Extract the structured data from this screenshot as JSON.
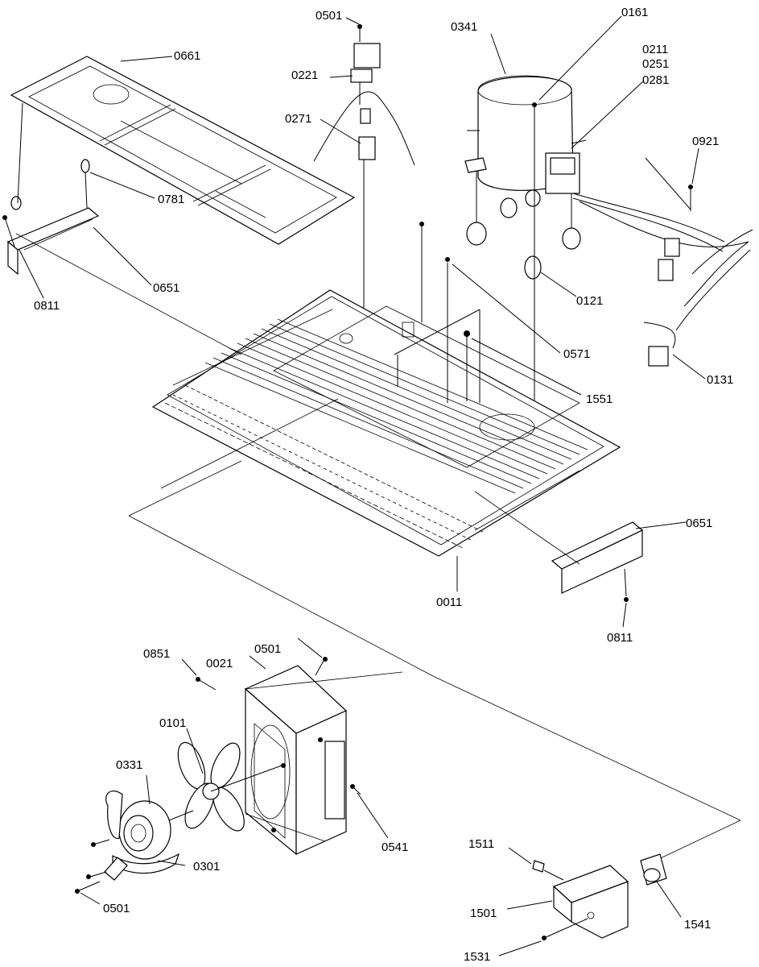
{
  "diagram": {
    "labels": {
      "l0501a": "0501",
      "l0161": "0161",
      "l0341": "0341",
      "l0211": "0211",
      "l0251": "0251",
      "l0281": "0281",
      "l0661": "0661",
      "l0221": "0221",
      "l0271": "0271",
      "l0921": "0921",
      "l0781": "0781",
      "l0651a": "0651",
      "l0811a": "0811",
      "l0121": "0121",
      "l0571": "0571",
      "l1551": "1551",
      "l0131": "0131",
      "l0651b": "0651",
      "l0011": "0011",
      "l0811b": "0811",
      "l0501b": "0501",
      "l0021": "0021",
      "l0851": "0851",
      "l0101": "0101",
      "l0331": "0331",
      "l0541": "0541",
      "l0301": "0301",
      "l0501c": "0501",
      "l1511": "1511",
      "l1501": "1501",
      "l1541": "1541",
      "l1531": "1531"
    }
  }
}
